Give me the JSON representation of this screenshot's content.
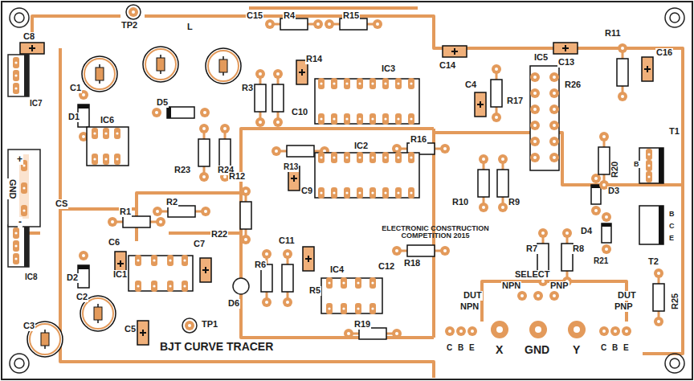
{
  "diagram": {
    "labels": [
      "TP2",
      "L",
      "C15",
      "R4",
      "R15",
      "C8",
      "C1",
      "IC7",
      "D1",
      "R14",
      "R3",
      "C10",
      "IC3",
      "C14",
      "R17",
      "C13",
      "IC5",
      "R26",
      "R11",
      "C16",
      "C4",
      "D5",
      "IC6",
      "R23",
      "R24",
      "R13",
      "IC2",
      "R16",
      "R12",
      "C9",
      "+",
      "GND",
      "CS",
      "-",
      "R1",
      "R2",
      "R22",
      "R10",
      "R9",
      "T1",
      "R20",
      "B",
      "D3",
      "D4",
      "B",
      "C",
      "E",
      "R21",
      "T2",
      "R25",
      "C6",
      "C7",
      "IC1",
      "C11",
      "R6",
      "R5",
      "D6",
      "IC4",
      "C12",
      "ELECTRONIC CONSTRUCTION COMPETITION 2015",
      "R18",
      "R7",
      "R8",
      "SELECT",
      "NPN",
      "PNP",
      "DUT",
      "NPN",
      "DUT",
      "PNP",
      "C",
      "B",
      "E",
      "X",
      "GND",
      "Y",
      "C",
      "B",
      "E",
      "C2",
      "C3",
      "IC8",
      "D2",
      "C5",
      "TP1",
      "R19",
      "BJT CURVE TRACER"
    ]
  }
}
